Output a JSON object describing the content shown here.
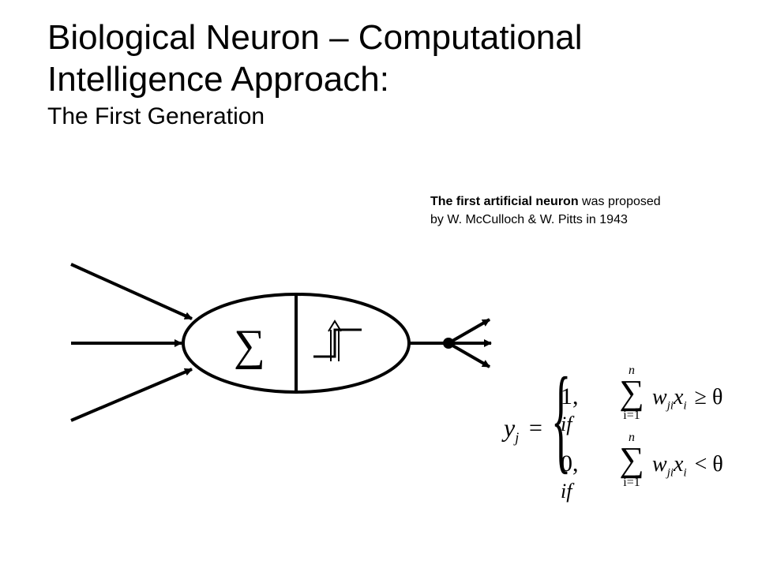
{
  "title": {
    "line1": "Biological Neuron – Computational",
    "line2": "Intelligence Approach:",
    "subtitle": "The First Generation"
  },
  "note": {
    "bold": "The first artificial neuron",
    "rest": " was proposed by W. McCulloch & W. Pitts in 1943"
  },
  "diagram": {
    "sum_symbol": "∑",
    "inputs": 3,
    "outputs": 3
  },
  "equation": {
    "lhs": "y",
    "lhs_sub": "j",
    "equals": "=",
    "brace": "{",
    "cases": [
      {
        "value": "1,",
        "cond": "if",
        "sum_top": "n",
        "sum_sym": "∑",
        "sum_bottom": "i=1",
        "w": "w",
        "w_sub": "ji",
        "x": "x",
        "x_sub": "i",
        "rel": "≥ θ"
      },
      {
        "value": "0,",
        "cond": "if",
        "sum_top": "n",
        "sum_sym": "∑",
        "sum_bottom": "i=1",
        "w": "w",
        "w_sub": "ji",
        "x": "x",
        "x_sub": "i",
        "rel": "< θ"
      }
    ]
  }
}
